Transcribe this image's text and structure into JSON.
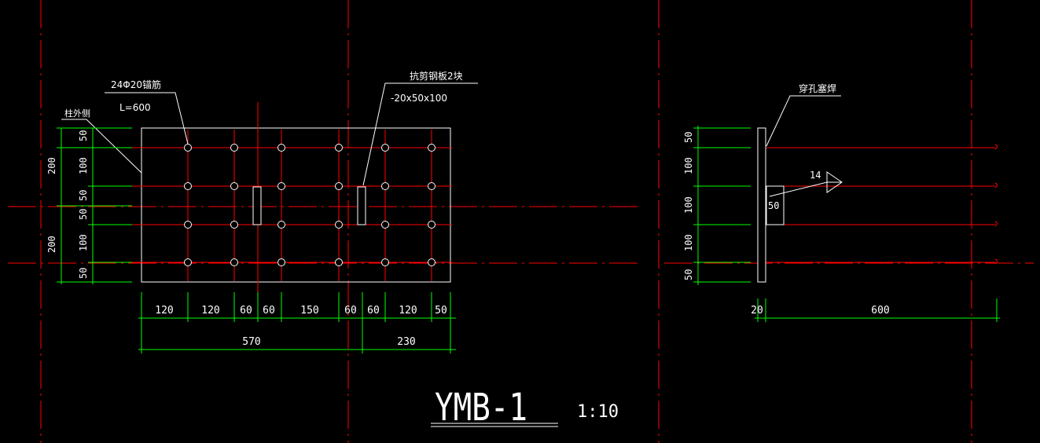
{
  "drawing": {
    "title": "YMB-1",
    "scale": "1:10",
    "colors": {
      "background": "#000000",
      "axis": "#ff0000",
      "rebar": "#ff0000",
      "dimension": "#00ff00",
      "outline": "#ffffff",
      "text": "#ffffff"
    }
  },
  "plan": {
    "label_anchor_bars": "24Φ20锚筋",
    "label_anchor_length": "L=600",
    "label_column_side": "柱外侧",
    "label_shear_plate": "抗剪钢板2块",
    "label_shear_plate_size": "-20x50x100",
    "dims_bottom": [
      "120",
      "120",
      "60",
      "60",
      "150",
      "60",
      "60",
      "120",
      "50"
    ],
    "dims_bottom_total": [
      "570",
      "230"
    ],
    "dims_left": [
      "50",
      "100",
      "50",
      "50",
      "100",
      "50"
    ],
    "dims_left_total": [
      "200",
      "200"
    ]
  },
  "section": {
    "label_weld": "穿孔塞焊",
    "weld_size": "14",
    "plate_dim": "50",
    "dims_left": [
      "50",
      "100",
      "100",
      "100",
      "50"
    ],
    "dims_bottom": [
      "20",
      "600"
    ]
  }
}
